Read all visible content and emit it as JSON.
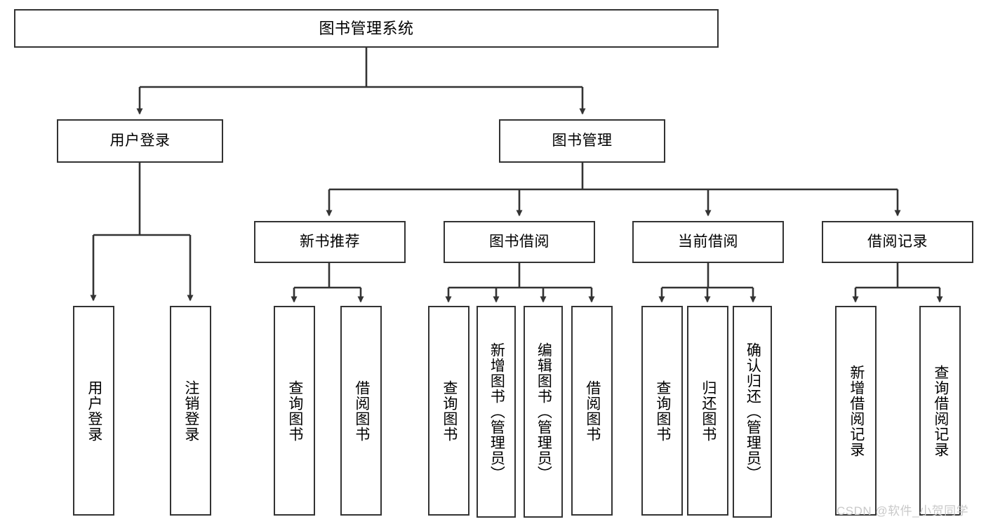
{
  "diagram": {
    "title": "图书管理系统",
    "type": "tree",
    "watermark": "CSDN @软件_小贺同学",
    "style": {
      "box_border": "#333333",
      "box_fill": "#ffffff",
      "edge_color": "#333333",
      "text_color": "#000000",
      "watermark_color": "#c9c9c9"
    },
    "root": {
      "label": "图书管理系统"
    },
    "level2": [
      {
        "label": "用户登录"
      },
      {
        "label": "图书管理"
      }
    ],
    "level3": [
      {
        "label": "新书推荐"
      },
      {
        "label": "图书借阅"
      },
      {
        "label": "当前借阅"
      },
      {
        "label": "借阅记录"
      }
    ],
    "leaves": {
      "user_login": [
        {
          "label": "用户登录"
        },
        {
          "label": "注销登录"
        }
      ],
      "new_book": [
        {
          "label": "查询图书"
        },
        {
          "label": "借阅图书"
        }
      ],
      "book_borrow": [
        {
          "label": "查询图书"
        },
        {
          "label": "新增图书（管理员）"
        },
        {
          "label": "编辑图书（管理员）"
        },
        {
          "label": "借阅图书"
        }
      ],
      "current_borrow": [
        {
          "label": "查询图书"
        },
        {
          "label": "归还图书"
        },
        {
          "label": "确认归还（管理员）"
        }
      ],
      "borrow_record": [
        {
          "label": "新增借阅记录"
        },
        {
          "label": "查询借阅记录"
        }
      ]
    }
  }
}
